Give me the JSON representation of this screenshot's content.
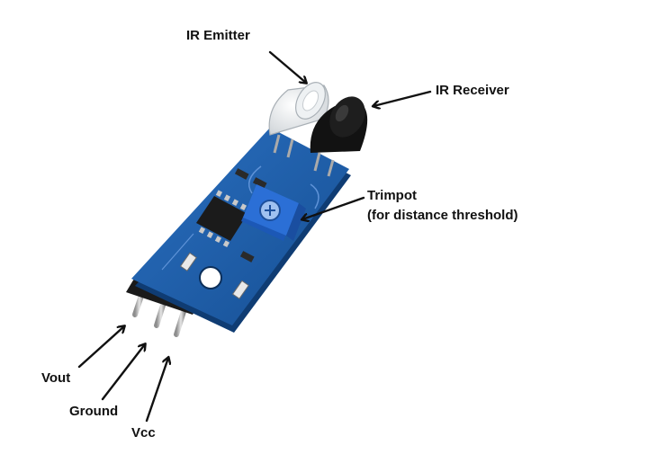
{
  "labels": {
    "ir_emitter": "IR Emitter",
    "ir_receiver": "IR Receiver",
    "trimpot": "Trimpot",
    "trimpot_note": "(for distance threshold)",
    "vout": "Vout",
    "ground": "Ground",
    "vcc": "Vcc"
  },
  "colors": {
    "pcb": "#1d5faa",
    "pcb_dark": "#123f78",
    "trimpot": "#2b6fd6",
    "receiver": "#111111",
    "pins": "#b8b8b8",
    "arrow": "#111111"
  }
}
